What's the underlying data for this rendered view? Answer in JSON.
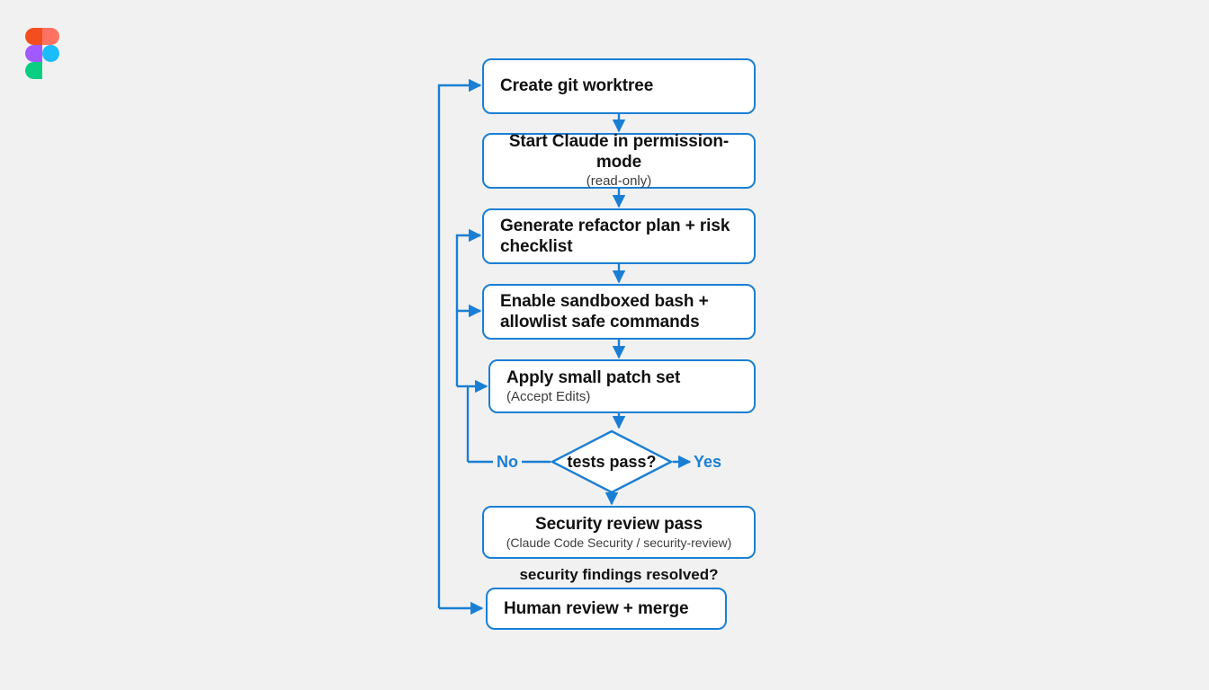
{
  "app": {
    "logo_name": "figma-logo",
    "background_color": "#f1f1f1"
  },
  "theme": {
    "accent": "#1a7fd4",
    "node_fill": "#ffffff",
    "text_primary": "#111111",
    "text_secondary": "#3d3d3d"
  },
  "diagram": {
    "type": "flowchart",
    "nodes": [
      {
        "id": "worktree",
        "shape": "rounded-rect",
        "title": "Create git worktree",
        "subtitle": ""
      },
      {
        "id": "permission",
        "shape": "rounded-rect",
        "title": "Start Claude in permission-mode",
        "subtitle": "(read-only)"
      },
      {
        "id": "plan",
        "shape": "rounded-rect",
        "title": "Generate refactor plan + risk checklist",
        "subtitle": ""
      },
      {
        "id": "sandbox",
        "shape": "rounded-rect",
        "title": "Enable sandboxed bash + allowlist safe commands",
        "subtitle": ""
      },
      {
        "id": "patch",
        "shape": "rounded-rect",
        "title": "Apply small patch set",
        "subtitle": "(Accept Edits)"
      },
      {
        "id": "decision",
        "shape": "diamond",
        "title": "tests pass?",
        "subtitle": ""
      },
      {
        "id": "security",
        "shape": "rounded-rect",
        "title": "Security review pass",
        "subtitle": "(Claude Code Security / security-review)"
      },
      {
        "id": "human",
        "shape": "rounded-rect",
        "title": "Human review + merge",
        "subtitle": ""
      }
    ],
    "edge_labels": {
      "no": "No",
      "yes": "Yes",
      "findings": "security findings resolved?"
    },
    "edges": [
      {
        "from": "worktree",
        "to": "permission",
        "label": ""
      },
      {
        "from": "permission",
        "to": "plan",
        "label": ""
      },
      {
        "from": "plan",
        "to": "sandbox",
        "label": ""
      },
      {
        "from": "sandbox",
        "to": "patch",
        "label": ""
      },
      {
        "from": "patch",
        "to": "decision",
        "label": ""
      },
      {
        "from": "decision",
        "to": "security",
        "label": "Yes"
      },
      {
        "from": "decision",
        "to": "patch",
        "label": "No"
      },
      {
        "from": "decision",
        "to": "sandbox",
        "label": "No"
      },
      {
        "from": "decision",
        "to": "plan",
        "label": "No"
      },
      {
        "from": "security",
        "to": "human",
        "label": "security findings resolved?"
      },
      {
        "from": "human",
        "to": "worktree",
        "label": ""
      }
    ]
  }
}
